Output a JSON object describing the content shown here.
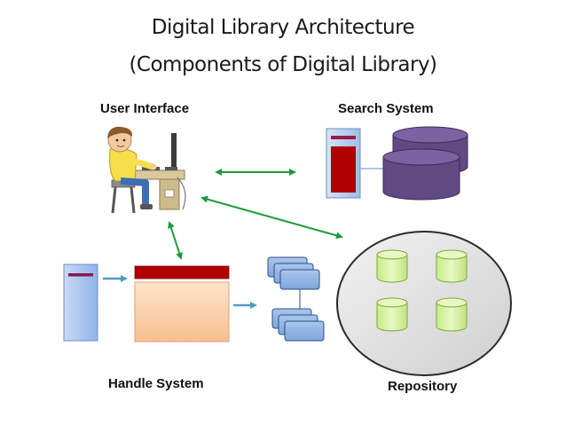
{
  "title": "Digital Library Architecture",
  "subtitle": "(Components of Digital Library)",
  "components": {
    "user_interface": "User Interface",
    "search_system": "Search System",
    "handle_system": "Handle System",
    "repository": "Repository"
  },
  "colors": {
    "arrow_green": "#1e9a3a",
    "arrow_teal": "#4f9cc2",
    "database_purple": "#614a84",
    "server_red": "#b00000",
    "handle_peach": "#fbd3b2",
    "repository_grey": "#e4e4e4",
    "cylinder_green": "#d9f2a8"
  }
}
